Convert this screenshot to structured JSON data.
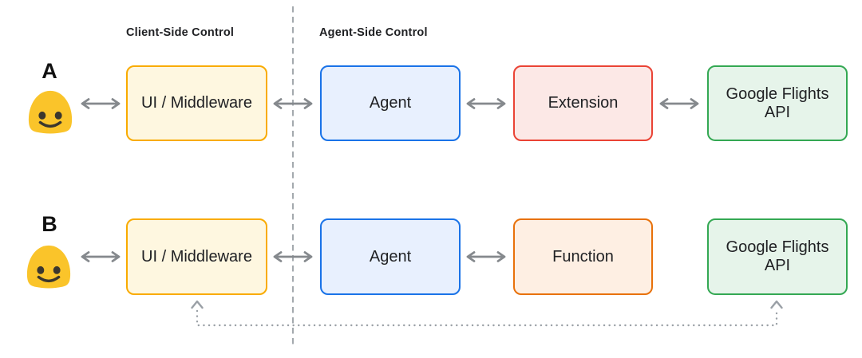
{
  "headers": {
    "client_side": "Client-Side Control",
    "agent_side": "Agent-Side Control"
  },
  "rows": [
    {
      "label": "A",
      "user_icon": "smiley-blob-emoji",
      "boxes": [
        {
          "label": "UI / Middleware",
          "variant": "yellow"
        },
        {
          "label": "Agent",
          "variant": "blue"
        },
        {
          "label": "Extension",
          "variant": "red"
        },
        {
          "label": "Google Flights API",
          "variant": "green"
        }
      ]
    },
    {
      "label": "B",
      "user_icon": "smiley-blob-emoji",
      "boxes": [
        {
          "label": "UI / Middleware",
          "variant": "yellow"
        },
        {
          "label": "Agent",
          "variant": "blue"
        },
        {
          "label": "Function",
          "variant": "orange"
        },
        {
          "label": "Google Flights API",
          "variant": "green"
        }
      ]
    }
  ],
  "connectors": {
    "solid_double_arrows_row_a": [
      "User–UI / Middleware",
      "UI / Middleware–Agent",
      "Agent–Extension",
      "Extension–Google Flights API"
    ],
    "solid_double_arrows_row_b": [
      "User–UI / Middleware",
      "UI / Middleware–Agent",
      "Agent–Function"
    ],
    "dotted_connector_row_b": "Google Flights API–UI / Middleware (dotted, arrowheads up into both boxes)",
    "divider": "vertical dashed line between Client-Side and Agent-Side"
  },
  "colors": {
    "yellow_border": "#F9AB00",
    "yellow_fill": "#FEF7E0",
    "blue_border": "#1A73E8",
    "blue_fill": "#E8F0FE",
    "red_border": "#EA4335",
    "red_fill": "#FCE8E6",
    "orange_border": "#E8710A",
    "orange_fill": "#FEEFE3",
    "green_border": "#34A853",
    "green_fill": "#E6F4EA",
    "arrow_gray": "#85898D",
    "dash_gray": "#9AA0A6",
    "emoji_yellow": "#FAC42A",
    "text": "#202124"
  }
}
